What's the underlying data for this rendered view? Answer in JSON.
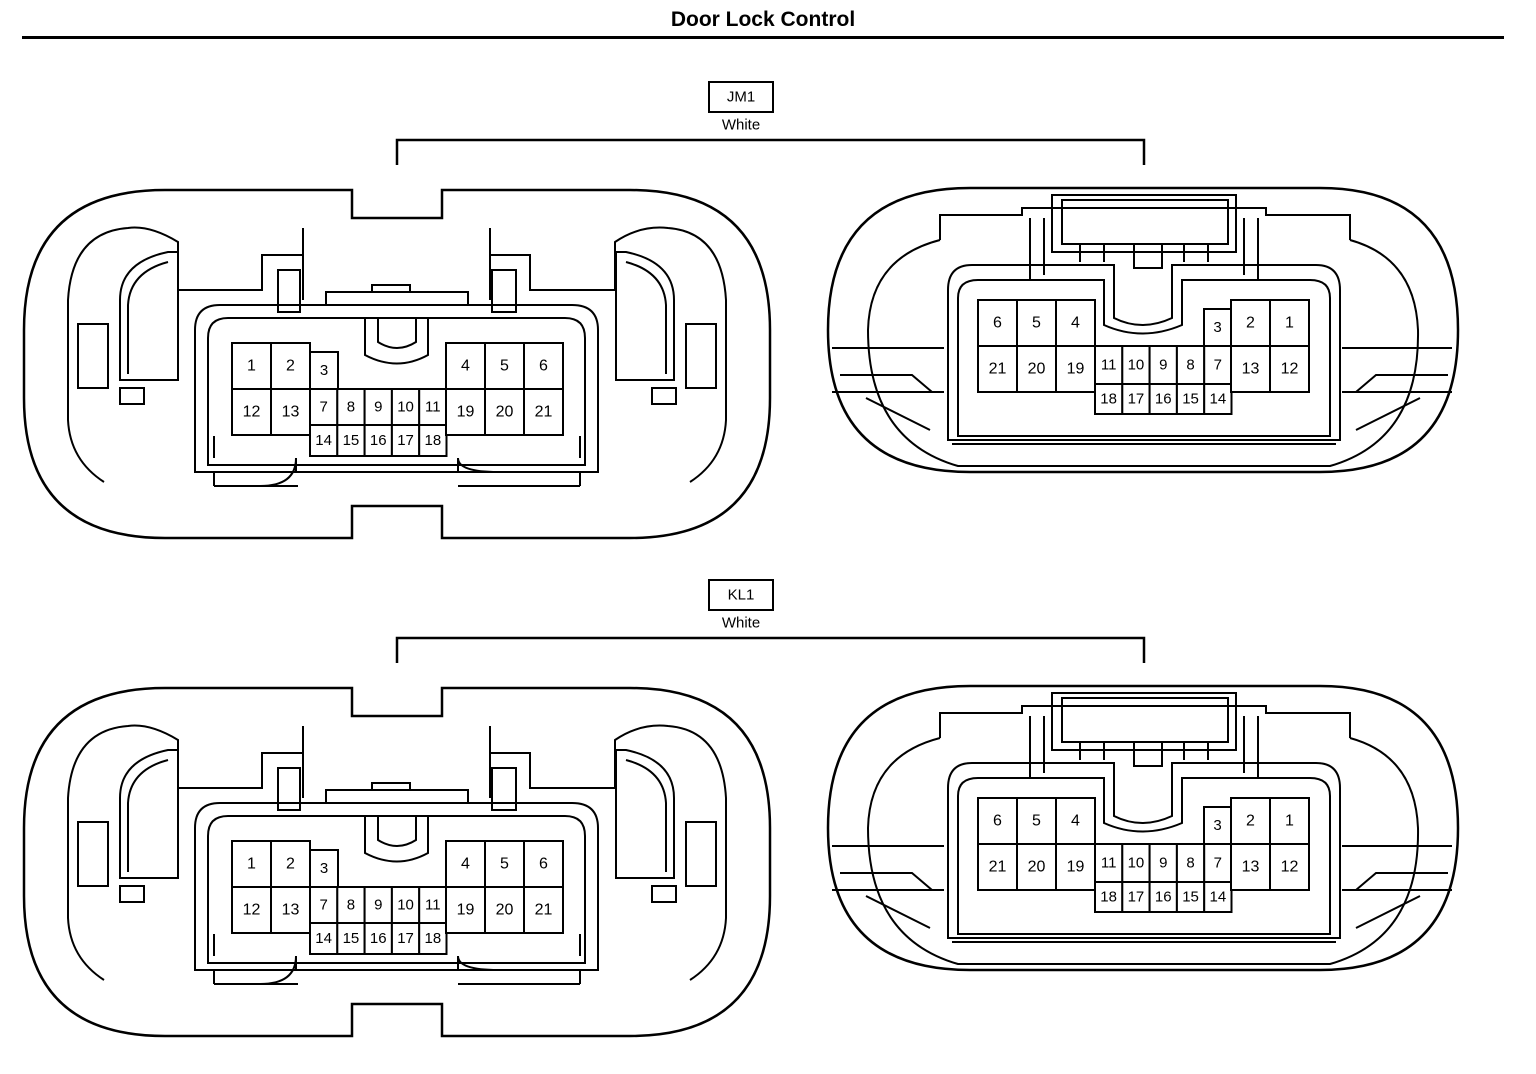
{
  "title": "Door Lock Control",
  "connectors": [
    {
      "id": "JM1",
      "color": "White"
    },
    {
      "id": "KL1",
      "color": "White"
    }
  ],
  "female_layout": {
    "left_block": [
      [
        "1",
        "2"
      ],
      [
        "12",
        "13"
      ]
    ],
    "pin3": "3",
    "middle_row": [
      "7",
      "8",
      "9",
      "10",
      "11"
    ],
    "bottom_row": [
      "14",
      "15",
      "16",
      "17",
      "18"
    ],
    "right_block": [
      [
        "4",
        "5",
        "6"
      ],
      [
        "19",
        "20",
        "21"
      ]
    ]
  },
  "male_layout": {
    "left_block": [
      [
        "6",
        "5",
        "4"
      ],
      [
        "21",
        "20",
        "19"
      ]
    ],
    "middle_row": [
      "11",
      "10",
      "9",
      "8",
      "7"
    ],
    "bottom_row": [
      "18",
      "17",
      "16",
      "15",
      "14"
    ],
    "pin3": "3",
    "right_block": [
      [
        "2",
        "1"
      ],
      [
        "13",
        "12"
      ]
    ]
  }
}
